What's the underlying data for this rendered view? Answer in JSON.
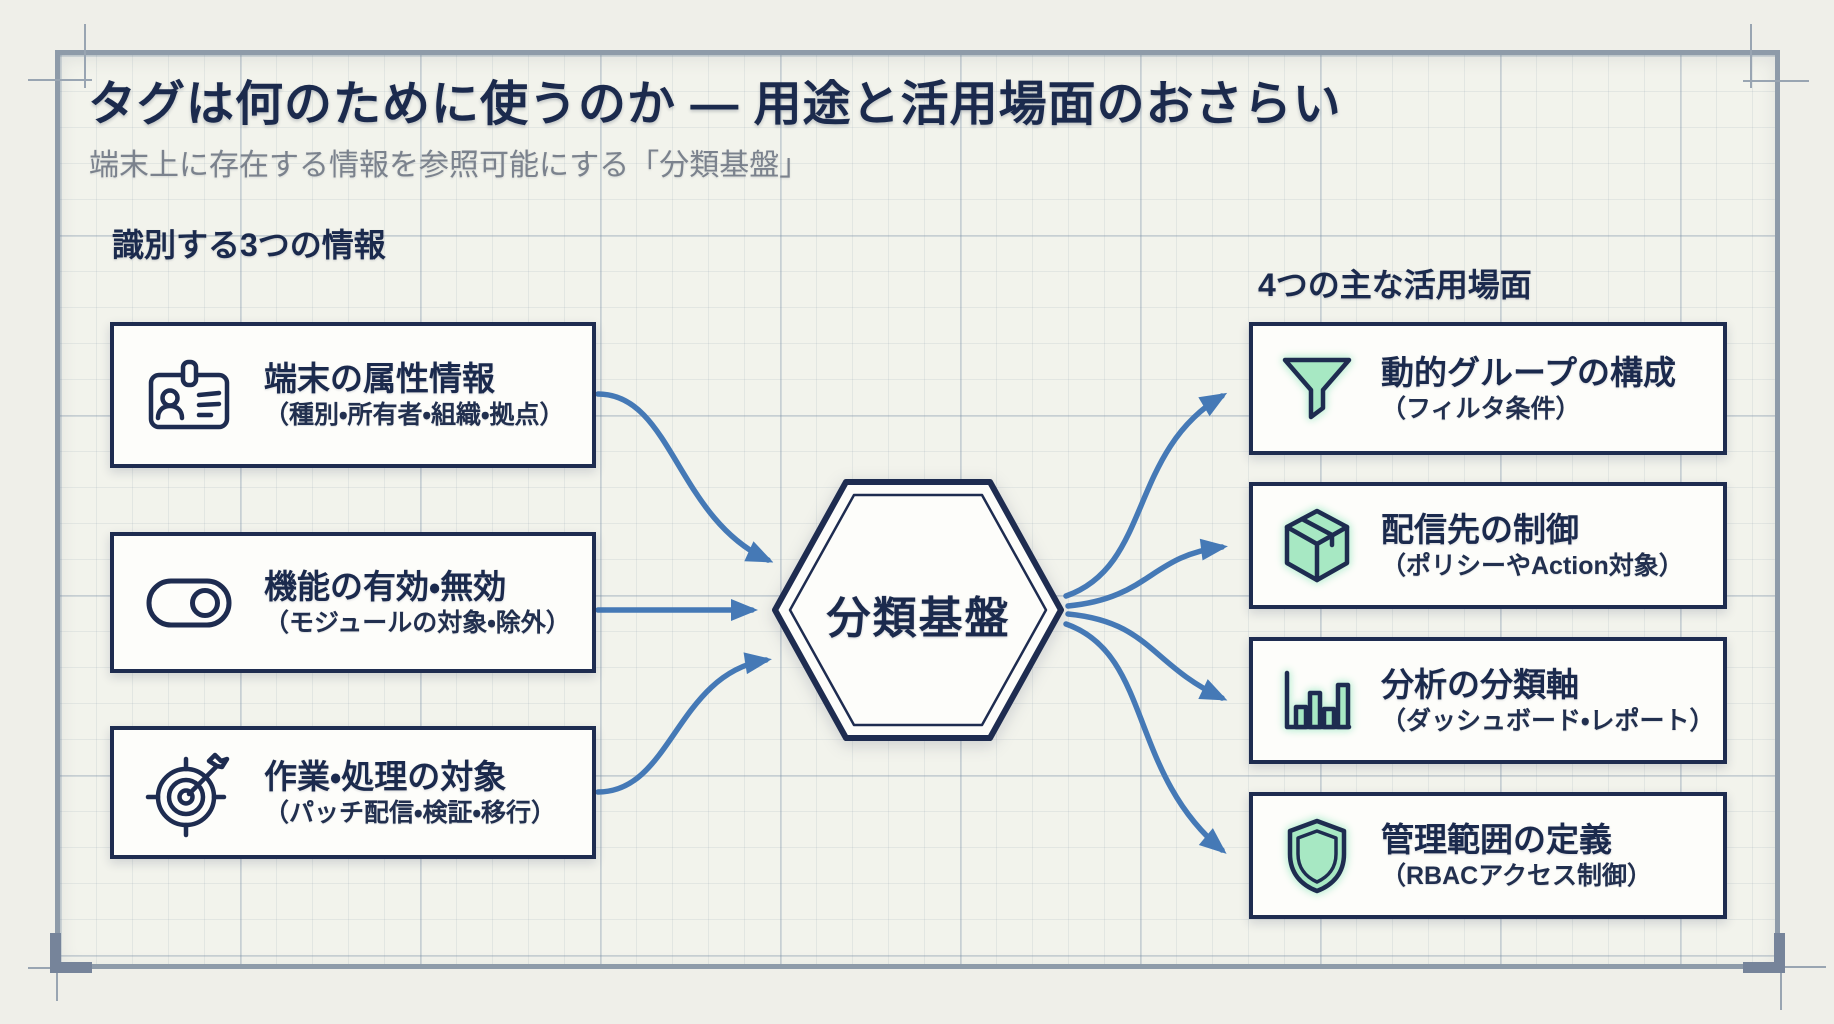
{
  "title": "タグは何のために使うのか — 用途と活用場面のおさらい",
  "subtitle": "端末上に存在する情報を参照可能にする「分類基盤」",
  "left_section": {
    "header": "識別する3つの情報",
    "items": [
      {
        "icon": "id-badge-icon",
        "title": "端末の属性情報",
        "subtitle": "（種別・所有者・組織・拠点）"
      },
      {
        "icon": "toggle-icon",
        "title": "機能の有効・無効",
        "subtitle": "（モジュールの対象・除外）"
      },
      {
        "icon": "target-icon",
        "title": "作業・処理の対象",
        "subtitle": "（パッチ配信・検証・移行）"
      }
    ]
  },
  "center": {
    "label": "分類基盤"
  },
  "right_section": {
    "header": "4つの主な活用場面",
    "items": [
      {
        "icon": "funnel-icon",
        "title": "動的グループの構成",
        "subtitle": "（フィルタ条件）"
      },
      {
        "icon": "package-icon",
        "title": "配信先の制御",
        "subtitle": "（ポリシーやAction対象）"
      },
      {
        "icon": "bar-chart-icon",
        "title": "分析の分類軸",
        "subtitle": "（ダッシュボード・レポート）"
      },
      {
        "icon": "shield-icon",
        "title": "管理範囲の定義",
        "subtitle": "（RBACアクセス制御）"
      }
    ]
  },
  "colors": {
    "navy": "#1e2c50",
    "arrow_blue": "#4579b6",
    "icon_green": "#a7e8c3",
    "icon_green_glow": "#c6f1da",
    "frame_gray": "#8e9ba9",
    "background": "#f2f3ec"
  }
}
